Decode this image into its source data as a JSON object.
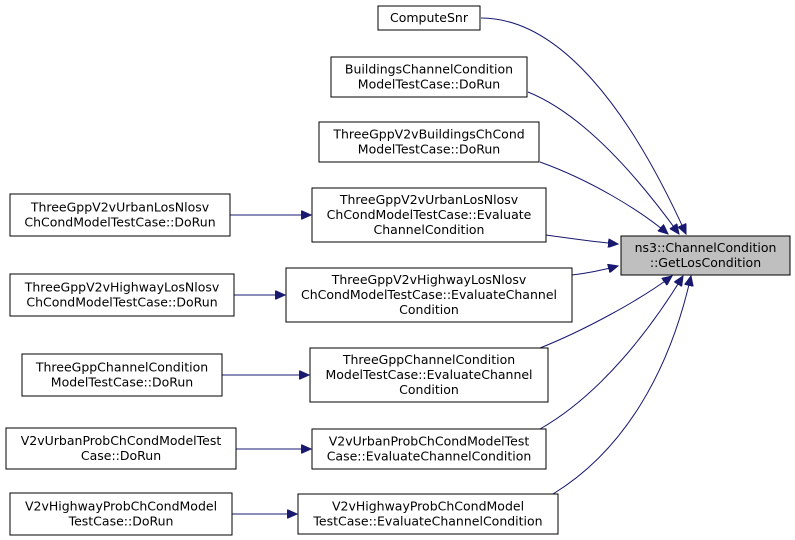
{
  "graph": {
    "type": "caller-graph",
    "edge_color": "#191970",
    "highlight_fill": "#bfbfbf",
    "target": {
      "id": "target",
      "lines": [
        "ns3::ChannelCondition",
        "::GetLosCondition"
      ]
    },
    "nodes": [
      {
        "id": "n1",
        "lines": [
          "ComputeSnr"
        ]
      },
      {
        "id": "n2",
        "lines": [
          "BuildingsChannelCondition",
          "ModelTestCase::DoRun"
        ]
      },
      {
        "id": "n3",
        "lines": [
          "ThreeGppV2vBuildingsChCond",
          "ModelTestCase::DoRun"
        ]
      },
      {
        "id": "n4",
        "lines": [
          "ThreeGppV2vUrbanLosNlosv",
          "ChCondModelTestCase::Evaluate",
          "ChannelCondition"
        ]
      },
      {
        "id": "n5",
        "lines": [
          "ThreeGppV2vUrbanLosNlosv",
          "ChCondModelTestCase::DoRun"
        ]
      },
      {
        "id": "n6",
        "lines": [
          "ThreeGppV2vHighwayLosNlosv",
          "ChCondModelTestCase::EvaluateChannel",
          "Condition"
        ]
      },
      {
        "id": "n7",
        "lines": [
          "ThreeGppV2vHighwayLosNlosv",
          "ChCondModelTestCase::DoRun"
        ]
      },
      {
        "id": "n8",
        "lines": [
          "ThreeGppChannelCondition",
          "ModelTestCase::EvaluateChannel",
          "Condition"
        ]
      },
      {
        "id": "n9",
        "lines": [
          "ThreeGppChannelCondition",
          "ModelTestCase::DoRun"
        ]
      },
      {
        "id": "n10",
        "lines": [
          "V2vUrbanProbChCondModelTest",
          "Case::EvaluateChannelCondition"
        ]
      },
      {
        "id": "n11",
        "lines": [
          "V2vUrbanProbChCondModelTest",
          "Case::DoRun"
        ]
      },
      {
        "id": "n12",
        "lines": [
          "V2vHighwayProbChCondModel",
          "TestCase::EvaluateChannelCondition"
        ]
      },
      {
        "id": "n13",
        "lines": [
          "V2vHighwayProbChCondModel",
          "TestCase::DoRun"
        ]
      }
    ],
    "edges": [
      {
        "from": "n1",
        "to": "target"
      },
      {
        "from": "n2",
        "to": "target"
      },
      {
        "from": "n3",
        "to": "target"
      },
      {
        "from": "n4",
        "to": "target"
      },
      {
        "from": "n5",
        "to": "n4"
      },
      {
        "from": "n6",
        "to": "target"
      },
      {
        "from": "n7",
        "to": "n6"
      },
      {
        "from": "n8",
        "to": "target"
      },
      {
        "from": "n9",
        "to": "n8"
      },
      {
        "from": "n10",
        "to": "target"
      },
      {
        "from": "n11",
        "to": "n10"
      },
      {
        "from": "n12",
        "to": "target"
      },
      {
        "from": "n13",
        "to": "n12"
      }
    ]
  }
}
